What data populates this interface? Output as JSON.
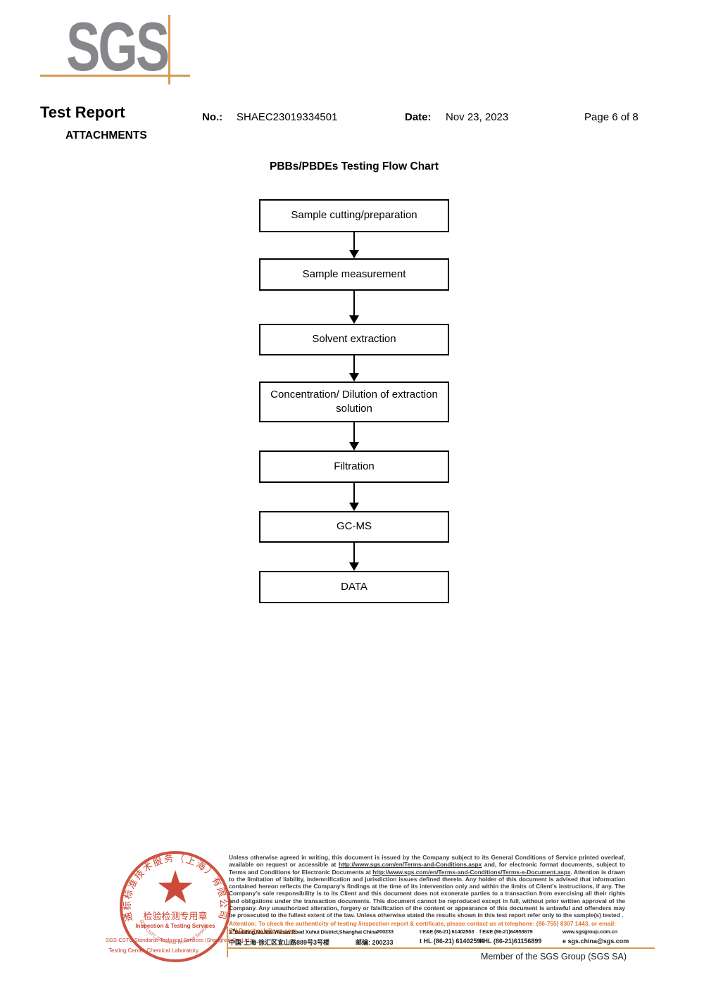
{
  "logo": {
    "text": "SGS"
  },
  "header": {
    "title": "Test Report",
    "subtitle": "ATTACHMENTS",
    "no_label": "No.:",
    "no_value": "SHAEC23019334501",
    "date_label": "Date:",
    "date_value": "Nov 23, 2023",
    "page_label": "Page 6 of 8"
  },
  "flowchart": {
    "title": "PBBs/PBDEs Testing Flow Chart",
    "steps": [
      "Sample cutting/preparation",
      "Sample measurement",
      "Solvent extraction",
      "Concentration/ Dilution of extraction solution",
      "Filtration",
      "GC-MS",
      "DATA"
    ]
  },
  "footer": {
    "legal_parts": [
      "Unless otherwise agreed in writing, this document is issued by the Company subject to its General Conditions of Service printed overleaf, available on request or accessible at ",
      "http://www.sgs.com/en/Terms-and-Conditions.aspx",
      " and, for electronic format documents, subject to Terms and Conditions for Electronic Documents at ",
      "http://www.sgs.com/en/Terms-and-Conditions/Terms-e-Document.aspx",
      ". Attention is drawn to the limitation of liability, indemnification and jurisdiction issues defined therein. Any holder of this document is advised that information contained hereon reflects the Company's findings at the time of its intervention only and within the limits of Client's instructions, if any. The Company's sole responsibility is to its Client and this document does not exonerate parties to a transaction from exercising all their rights and obligations under the transaction documents. This document cannot be reproduced except in full, without prior written approval of the Company. Any unauthorized alteration, forgery or falsification of the content or appearance of this document is unlawful and offenders may be prosecuted to the fullest extent of the law. Unless otherwise stated the results shown in this test report refer only to the sample(s) tested ."
    ],
    "attention_text": "Attention: To check the authenticity of testing /inspection report & certificate, please contact us at telephone: (86-755) 8307 1443, or email: ",
    "attention_email": "CN.Doccheck@sgs.com",
    "address": {
      "en_num": "3",
      "en_sup": "rd",
      "en_rest": "Building,No.889 Yishan Road Xuhui District,Shanghai China",
      "en_postal": "200233",
      "cn": "中国·上海·徐汇区宜山路889号3号楼",
      "cn_postal": "邮编: 200233",
      "tel_row1": "t E&E (86-21) 61402553",
      "fax_row1": "f E&E (86-21)64953679",
      "web": "www.sgsgroup.com.cn",
      "tel_row2": "t HL (86-21) 61402594",
      "fax_row2": "f HL (86-21)61156899",
      "email": "e  sgs.china@sgs.com"
    },
    "member": "Member of the SGS Group (SGS SA)",
    "stamp": {
      "ring_text": "通标标准技术服务（上海）有限公司",
      "seal_cn": "检验检测专用章",
      "seal_en": "Inspection & Testing Services",
      "bottom_arc": "SGS-CSTC Standards Technical Services",
      "company_en": "SGS-CSTC Standards Technical Services (Shanghai) Co.,Ltd.",
      "lab_en": "Testing Center-Chemical Laboratory."
    }
  },
  "colors": {
    "logo_gray": "#85878a",
    "accent_tan": "#d79a50",
    "stamp_red": "#c8402e",
    "attention_orange": "#e0752c"
  }
}
